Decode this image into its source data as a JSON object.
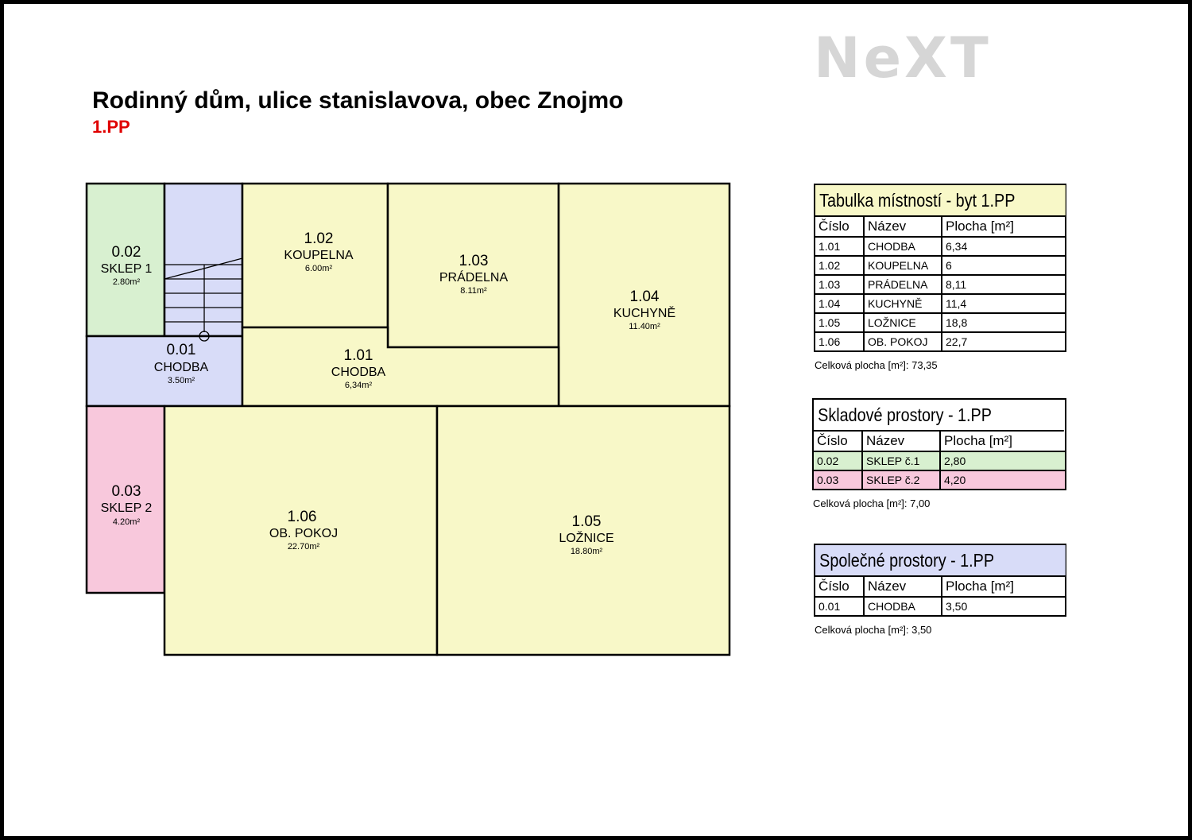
{
  "logo": {
    "text": "NeXT",
    "color": "#d6d6d6"
  },
  "title": "Rodinný dům, ulice stanislavova, obec Znojmo",
  "subtitle": "1.PP",
  "colors": {
    "apartment": "#f8f8c8",
    "storage_1": "#d8f0d0",
    "storage_2": "#f8c8dc",
    "common": "#d8dcf8",
    "table_header_apartment": "#f8f8c8",
    "table_header_common": "#d8dcf8",
    "title_red": "#e00000"
  },
  "rooms": [
    {
      "number": "0.02",
      "name": "SKLEP 1",
      "area": "2.80m²"
    },
    {
      "number": "0.01",
      "name": "CHODBA",
      "area": "3.50m²"
    },
    {
      "number": "1.02",
      "name": "KOUPELNA",
      "area": "6.00m²"
    },
    {
      "number": "1.03",
      "name": "PRÁDELNA",
      "area": "8.11m²"
    },
    {
      "number": "1.04",
      "name": "KUCHYNĚ",
      "area": "11.40m²"
    },
    {
      "number": "1.01",
      "name": "CHODBA",
      "area": "6,34m²"
    },
    {
      "number": "0.03",
      "name": "SKLEP 2",
      "area": "4.20m²"
    },
    {
      "number": "1.06",
      "name": "OB. POKOJ",
      "area": "22.70m²"
    },
    {
      "number": "1.05",
      "name": "LOŽNICE",
      "area": "18.80m²"
    }
  ],
  "tables": [
    {
      "title": "Tabulka místností - byt 1.PP",
      "columns": [
        "Číslo",
        "Název",
        "Plocha [m²]"
      ],
      "rows": [
        [
          "1.01",
          "CHODBA",
          "6,34"
        ],
        [
          "1.02",
          "KOUPELNA",
          "6"
        ],
        [
          "1.03",
          "PRÁDELNA",
          "8,11"
        ],
        [
          "1.04",
          "KUCHYNĚ",
          "11,4"
        ],
        [
          "1.05",
          "LOŽNICE",
          "18,8"
        ],
        [
          "1.06",
          "OB. POKOJ",
          "22,7"
        ]
      ],
      "total": "Celková plocha [m²]: 73,35"
    },
    {
      "title": "Skladové prostory - 1.PP",
      "columns": [
        "Číslo",
        "Název",
        "Plocha [m²]"
      ],
      "rows": [
        [
          "0.02",
          "SKLEP č.1",
          "2,80"
        ],
        [
          "0.03",
          "SKLEP č.2",
          "4,20"
        ]
      ],
      "total": "Celková plocha [m²]: 7,00"
    },
    {
      "title": "Společné prostory - 1.PP",
      "columns": [
        "Číslo",
        "Název",
        "Plocha [m²]"
      ],
      "rows": [
        [
          "0.01",
          "CHODBA",
          "3,50"
        ]
      ],
      "total": "Celková plocha [m²]: 3,50"
    }
  ]
}
